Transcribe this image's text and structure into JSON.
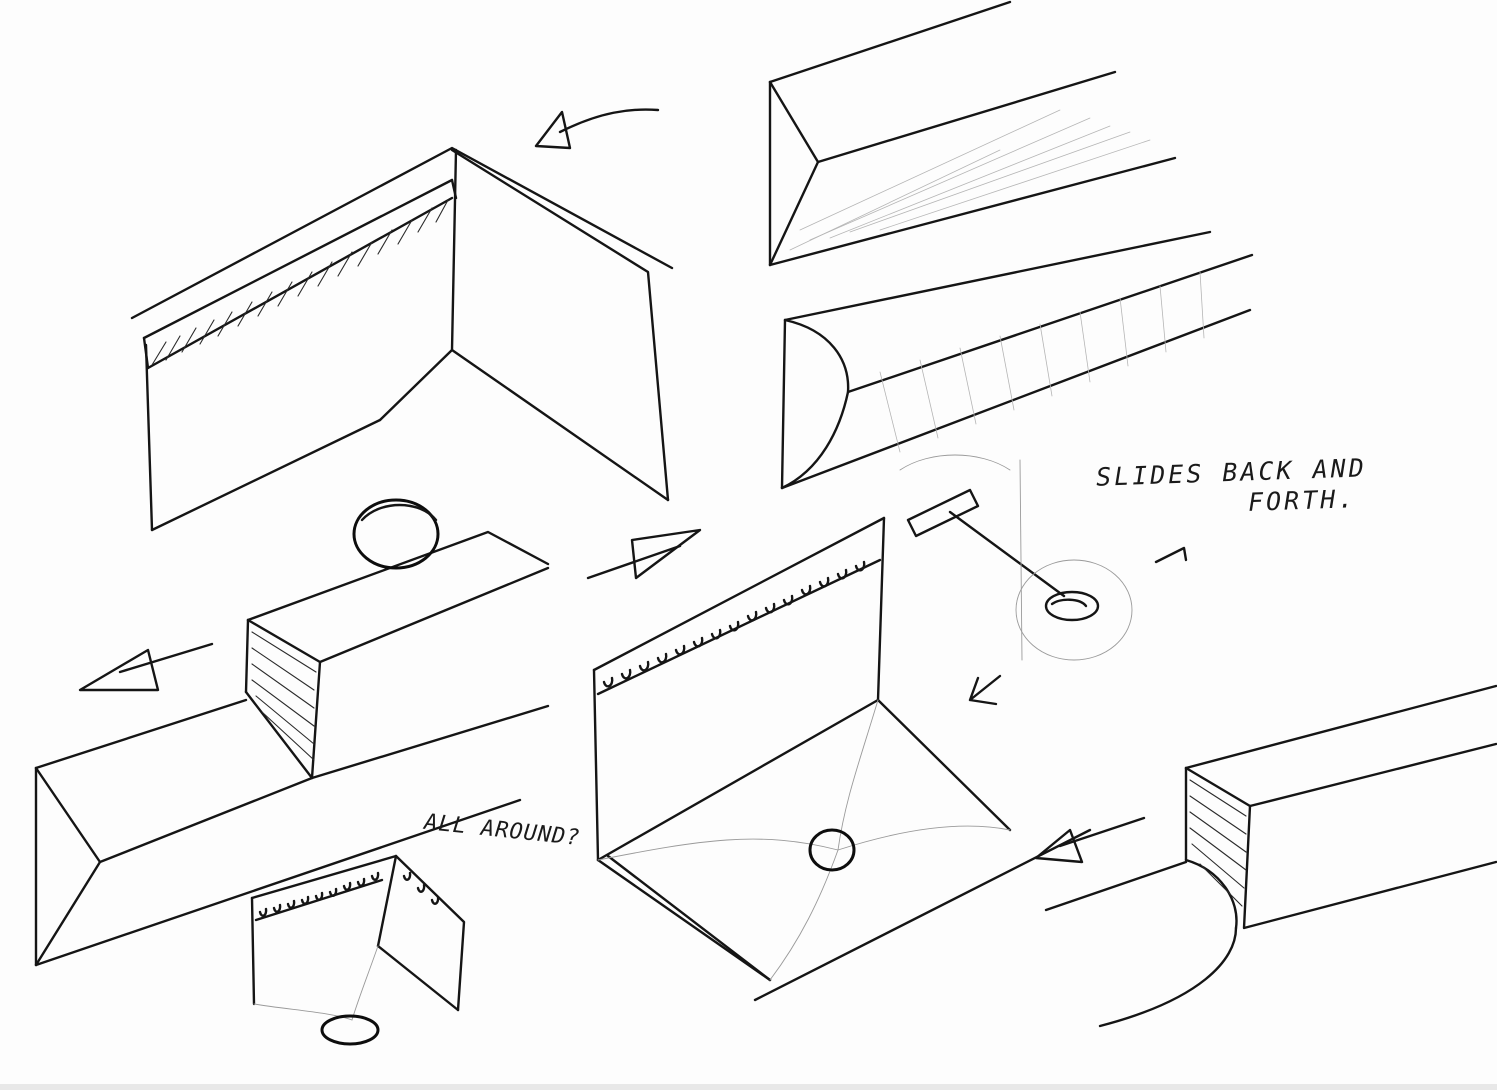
{
  "notes": {
    "slides_line1": "SLIDES BACK AND",
    "slides_line2": "FORTH.",
    "all_around": "ALL AROUND?"
  },
  "colors": {
    "paper": "#fdfdfd",
    "ink": "#151515",
    "pencil": "#9a9a9a"
  }
}
